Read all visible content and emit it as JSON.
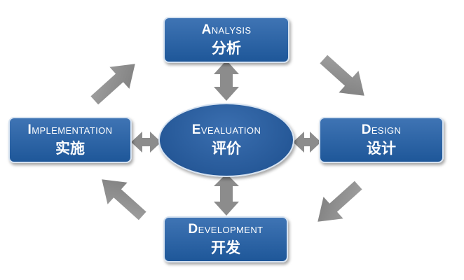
{
  "nodes": {
    "analysis": {
      "en_initial": "A",
      "en_rest": "NALYSIS",
      "zh": "分析"
    },
    "design": {
      "en_initial": "D",
      "en_rest": "ESIGN",
      "zh": "设计"
    },
    "development": {
      "en_initial": "D",
      "en_rest": "EVELOPMENT",
      "zh": "开发"
    },
    "implementation": {
      "en_initial": "I",
      "en_rest": "MPLEMENTATION",
      "zh": "实施"
    },
    "evaluation": {
      "en_initial": "E",
      "en_rest": "VEALUATION",
      "zh": "评价"
    }
  },
  "colors": {
    "box_fill": "#2c66ab",
    "box_border": "#d7e3f1",
    "arrow_fill": "#8c8c8c",
    "text": "#ffffff"
  }
}
